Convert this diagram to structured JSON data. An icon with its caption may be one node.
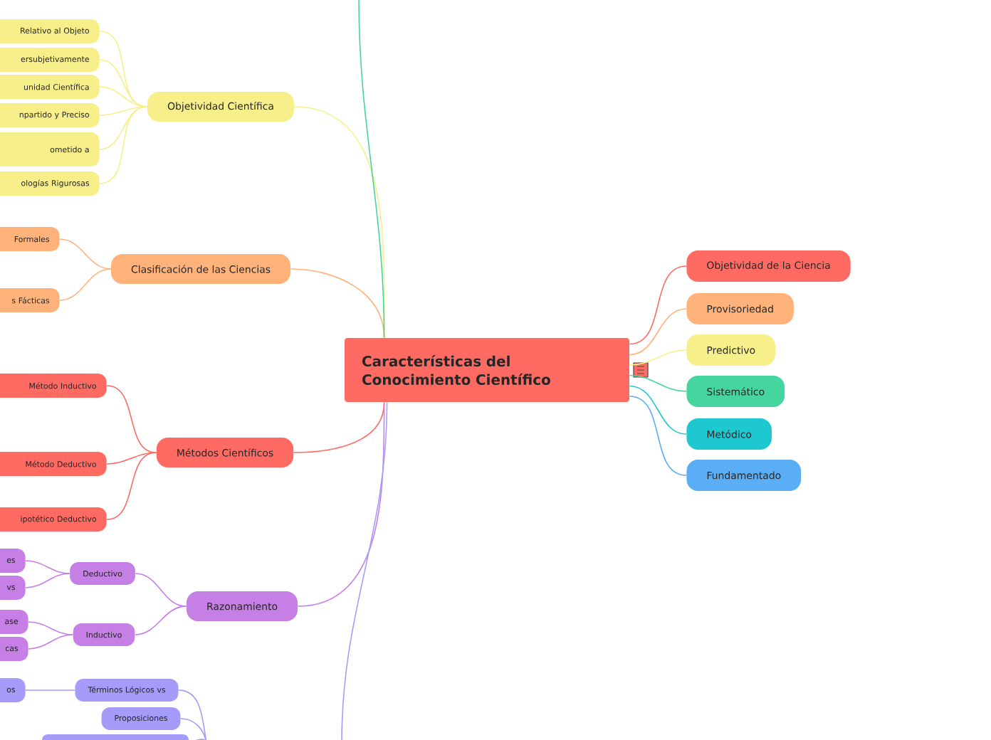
{
  "diagram": {
    "nodes": [
      {
        "text": [
          "Características del Conocimiento Científico"
        ]
      },
      {
        "text": [
          "Objetividad de la Ciencia"
        ]
      },
      {
        "text": [
          "Provisoriedad"
        ]
      },
      {
        "text": [
          "Predictivo"
        ]
      },
      {
        "text": [
          "Sistemático"
        ]
      },
      {
        "text": [
          "Metódico"
        ]
      },
      {
        "text": [
          "Fundamentado"
        ]
      },
      {
        "text": [
          "Objetividad Científica"
        ]
      },
      {
        "text": [
          "Relativo al Objeto"
        ]
      },
      {
        "text": [
          "ersubjetivamente"
        ]
      },
      {
        "text": [
          "unidad Científica"
        ]
      },
      {
        "text": [
          "npartido y Preciso"
        ]
      },
      {
        "text": [
          "ometido a"
        ]
      },
      {
        "text": [
          "ologías Rigurosas"
        ]
      },
      {
        "text": [
          "Clasificación de las Ciencias"
        ]
      },
      {
        "text": [
          "Formales"
        ]
      },
      {
        "text": [
          "s Fácticas"
        ]
      },
      {
        "text": [
          "Métodos Científicos"
        ]
      },
      {
        "text": [
          "Método Inductivo"
        ]
      },
      {
        "text": [
          "Método Deductivo"
        ]
      },
      {
        "text": [
          "ipotético Deductivo"
        ]
      },
      {
        "text": [
          "Razonamiento"
        ]
      },
      {
        "text": [
          "Deductivo"
        ]
      },
      {
        "text": [
          "Inductivo"
        ]
      },
      {
        "text": [
          "es"
        ]
      },
      {
        "text": [
          "vs"
        ]
      },
      {
        "text": [
          "ase"
        ]
      },
      {
        "text": [
          "cas"
        ]
      },
      {
        "text": [
          "os"
        ]
      },
      {
        "text": [
          "Términos Lógicos vs"
        ]
      },
      {
        "text": [
          "Proposiciones"
        ]
      },
      {
        "text": [],
        "shape": "bar"
      }
    ],
    "edges": [
      {
        "from": 0,
        "to": 1,
        "arrow": "none",
        "color": "#ff6b63"
      },
      {
        "from": 0,
        "to": 2,
        "arrow": "none",
        "color": "#ffb27a"
      },
      {
        "from": 0,
        "to": 3,
        "arrow": "none",
        "color": "#f7f08a"
      },
      {
        "from": 0,
        "to": 4,
        "arrow": "none",
        "color": "#45d6a0"
      },
      {
        "from": 0,
        "to": 5,
        "arrow": "none",
        "color": "#1ec8d0"
      },
      {
        "from": 0,
        "to": 6,
        "arrow": "none",
        "color": "#5aaef5"
      },
      {
        "from": 0,
        "to": 7,
        "arrow": "none",
        "color": "#f7f08a"
      },
      {
        "from": 0,
        "to": 14,
        "arrow": "none",
        "color": "#ffb27a"
      },
      {
        "from": 0,
        "to": 17,
        "arrow": "none",
        "color": "#ff6b63"
      },
      {
        "from": 0,
        "to": 21,
        "arrow": "none",
        "color": "#c57fe5"
      },
      {
        "from": 0,
        "to": null,
        "arrow": "none",
        "color": "#45d6a0"
      },
      {
        "from": 0,
        "to": null,
        "arrow": "none",
        "color": "#a59cf9"
      },
      {
        "from": 7,
        "to": 8,
        "arrow": "none",
        "color": "#f7f08a"
      },
      {
        "from": 7,
        "to": 9,
        "arrow": "none",
        "color": "#f7f08a"
      },
      {
        "from": 7,
        "to": 10,
        "arrow": "none",
        "color": "#f7f08a"
      },
      {
        "from": 7,
        "to": 11,
        "arrow": "none",
        "color": "#f7f08a"
      },
      {
        "from": 7,
        "to": 12,
        "arrow": "none",
        "color": "#f7f08a"
      },
      {
        "from": 7,
        "to": 13,
        "arrow": "none",
        "color": "#f7f08a"
      },
      {
        "from": 14,
        "to": 15,
        "arrow": "none",
        "color": "#ffb27a"
      },
      {
        "from": 14,
        "to": 16,
        "arrow": "none",
        "color": "#ffb27a"
      },
      {
        "from": 17,
        "to": 18,
        "arrow": "none",
        "color": "#ff6b63"
      },
      {
        "from": 17,
        "to": 19,
        "arrow": "none",
        "color": "#ff6b63"
      },
      {
        "from": 17,
        "to": 20,
        "arrow": "none",
        "color": "#ff6b63"
      },
      {
        "from": 21,
        "to": 22,
        "arrow": "none",
        "color": "#c57fe5"
      },
      {
        "from": 21,
        "to": 23,
        "arrow": "none",
        "color": "#c57fe5"
      },
      {
        "from": 22,
        "to": 24,
        "arrow": "none",
        "color": "#c57fe5"
      },
      {
        "from": 22,
        "to": 25,
        "arrow": "none",
        "color": "#c57fe5"
      },
      {
        "from": 23,
        "to": 26,
        "arrow": "none",
        "color": "#c57fe5"
      },
      {
        "from": 23,
        "to": 27,
        "arrow": "none",
        "color": "#c57fe5"
      },
      {
        "from": 29,
        "to": 28,
        "arrow": "none",
        "color": "#a59cf9"
      },
      {
        "from": 29,
        "to": null,
        "arrow": "none",
        "color": "#a59cf9"
      },
      {
        "from": 30,
        "to": null,
        "arrow": "none",
        "color": "#a59cf9"
      },
      {
        "from": 31,
        "to": null,
        "arrow": "none",
        "color": "#a59cf9"
      }
    ]
  }
}
